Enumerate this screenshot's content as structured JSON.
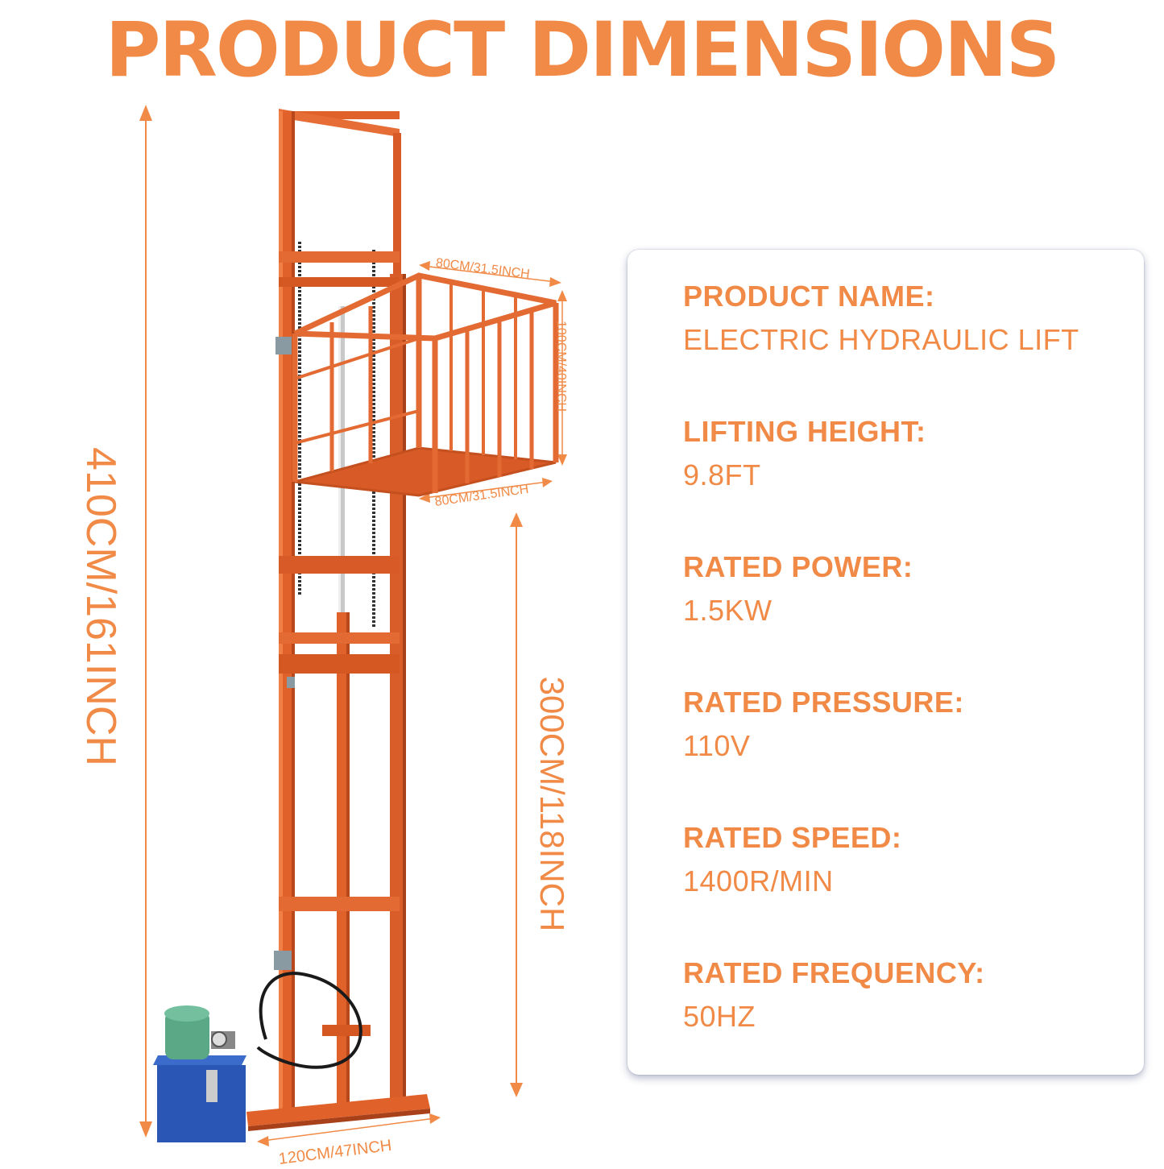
{
  "title": "PRODUCT DIMENSIONS",
  "dimensions": {
    "total_height": "410CM/161INCH",
    "lifting_height": "300CM/118INCH",
    "platform_width_top": "80CM/31.5INCH",
    "platform_width_bottom": "80CM/31.5INCH",
    "platform_depth": "100CM/40INCH",
    "base_width": "120CM/47INCH"
  },
  "specs": [
    {
      "label": "PRODUCT NAME:",
      "value": "ELECTRIC HYDRAULIC LIFT"
    },
    {
      "label": "LIFTING HEIGHT:",
      "value": "9.8FT"
    },
    {
      "label": "RATED POWER:",
      "value": "1.5KW"
    },
    {
      "label": "RATED PRESSURE:",
      "value": "110V"
    },
    {
      "label": "RATED SPEED:",
      "value": "1400R/MIN"
    },
    {
      "label": "RATED FREQUENCY:",
      "value": "50HZ"
    }
  ],
  "colors": {
    "accent": "#f08a46",
    "frame": "#e0622a",
    "frame_dark": "#b8481b",
    "motor_green": "#5aa886",
    "tank_blue": "#2a57b5"
  }
}
